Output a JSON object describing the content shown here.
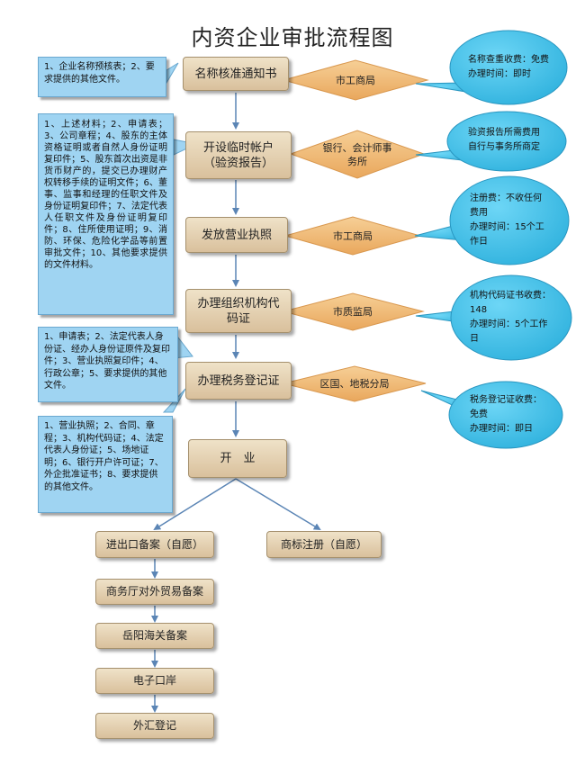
{
  "title": "内资企业审批流程图",
  "colors": {
    "note": "#9fd4f2",
    "box": "#e6d4b4",
    "diamond": "#f0b46c",
    "ellipse": "#38bce4",
    "arrow": "#5b85b5"
  },
  "notes": [
    "1、企业名称预核表；2、要求提供的其他文件。",
    "1、上述材料；2、申请表；3、公司章程；4、股东的主体资格证明或者自然人身份证明复印件；5、股东首次出资是非货币财产的，提交已办理财产权转移手续的证明文件；6、董事、监事和经理的任职文件及身份证明复印件；7、法定代表人任职文件及身份证明复印件；8、住所使用证明；9、消防、环保、危险化学品等前置审批文件；10、其他要求提供的文件材料。",
    "1、申请表；2、法定代表人身份证、经办人身份证原件及复印件；3、营业执照复印件；4、行政公章；5、要求提供的其他文件。",
    "1、营业执照；2、合同、章程；3、机构代码证；4、法定代表人身份证；5、场地证明；6、银行开户许可证；7、外企批准证书；8、要求提供的其他文件。"
  ],
  "steps": [
    "名称核准通知书",
    "开设临时帐户\n（验资报告）",
    "发放营业执照",
    "办理组织机构代\n码证",
    "办理税务登记证",
    "开　业"
  ],
  "agencies": [
    "市工商局",
    "银行、会计师事\n务所",
    "市工商局",
    "市质监局",
    "区国、地税分局"
  ],
  "fees": [
    "名称查重收费：免费\n办理时间：即时",
    "验资报告所需费用\n自行与事务所商定",
    "注册费：不收任何\n费用\n办理时间：15个工\n作日",
    "机构代码证书收费：\n148\n办理时间：5个工作\n日",
    "税务登记证收费：\n免费\n办理时间：即日"
  ],
  "branch_left": [
    "进出口备案（自愿）",
    "商务厅对外贸易备案",
    "岳阳海关备案",
    "电子口岸",
    "外汇登记"
  ],
  "branch_right": "商标注册（自愿）"
}
